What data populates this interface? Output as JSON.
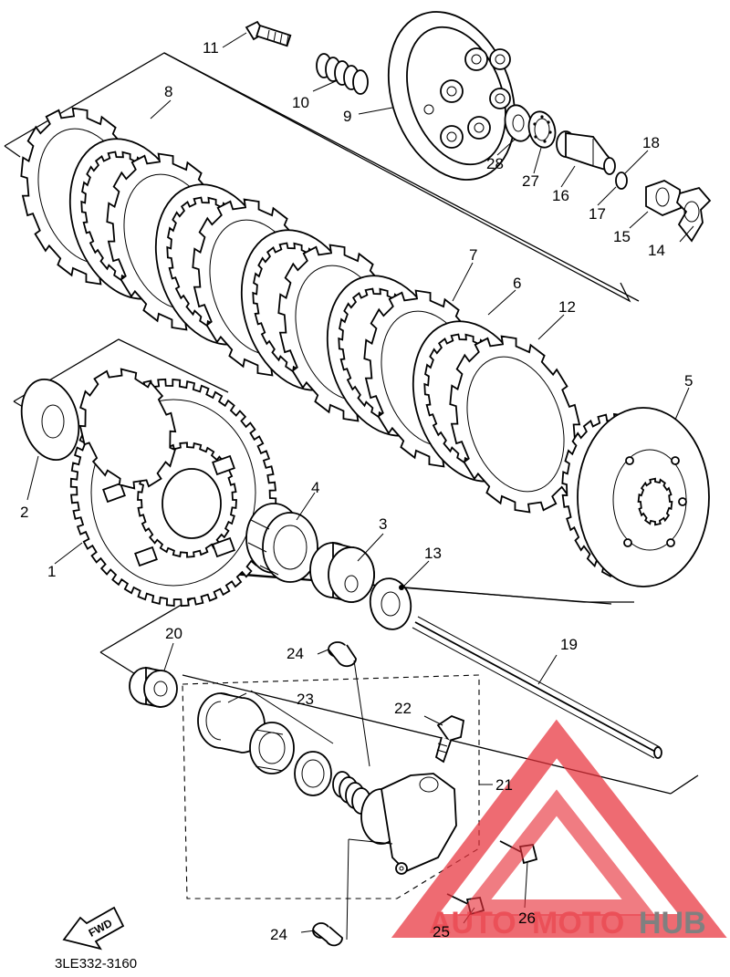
{
  "diagram": {
    "callouts": {
      "c1": "1",
      "c2": "2",
      "c3": "3",
      "c4": "4",
      "c5": "5",
      "c6": "6",
      "c7": "7",
      "c8": "8",
      "c9": "9",
      "c10": "10",
      "c11": "11",
      "c12": "12",
      "c13": "13",
      "c14": "14",
      "c15": "15",
      "c16": "16",
      "c17": "17",
      "c18": "18",
      "c19": "19",
      "c20": "20",
      "c21": "21",
      "c22": "22",
      "c23": "23",
      "c24a": "24",
      "c24b": "24",
      "c25": "25",
      "c26": "26",
      "c27": "27",
      "c28": "28"
    },
    "direction_label": "FWD",
    "drawing_code": "3LE332-3160"
  },
  "watermark": {
    "part1": "AUTO",
    "part2": "MOTO",
    "part3": "HUB",
    "colors": {
      "red": "#e8323c",
      "grey": "#6b6b6b",
      "triangle": "#e8323c"
    }
  }
}
